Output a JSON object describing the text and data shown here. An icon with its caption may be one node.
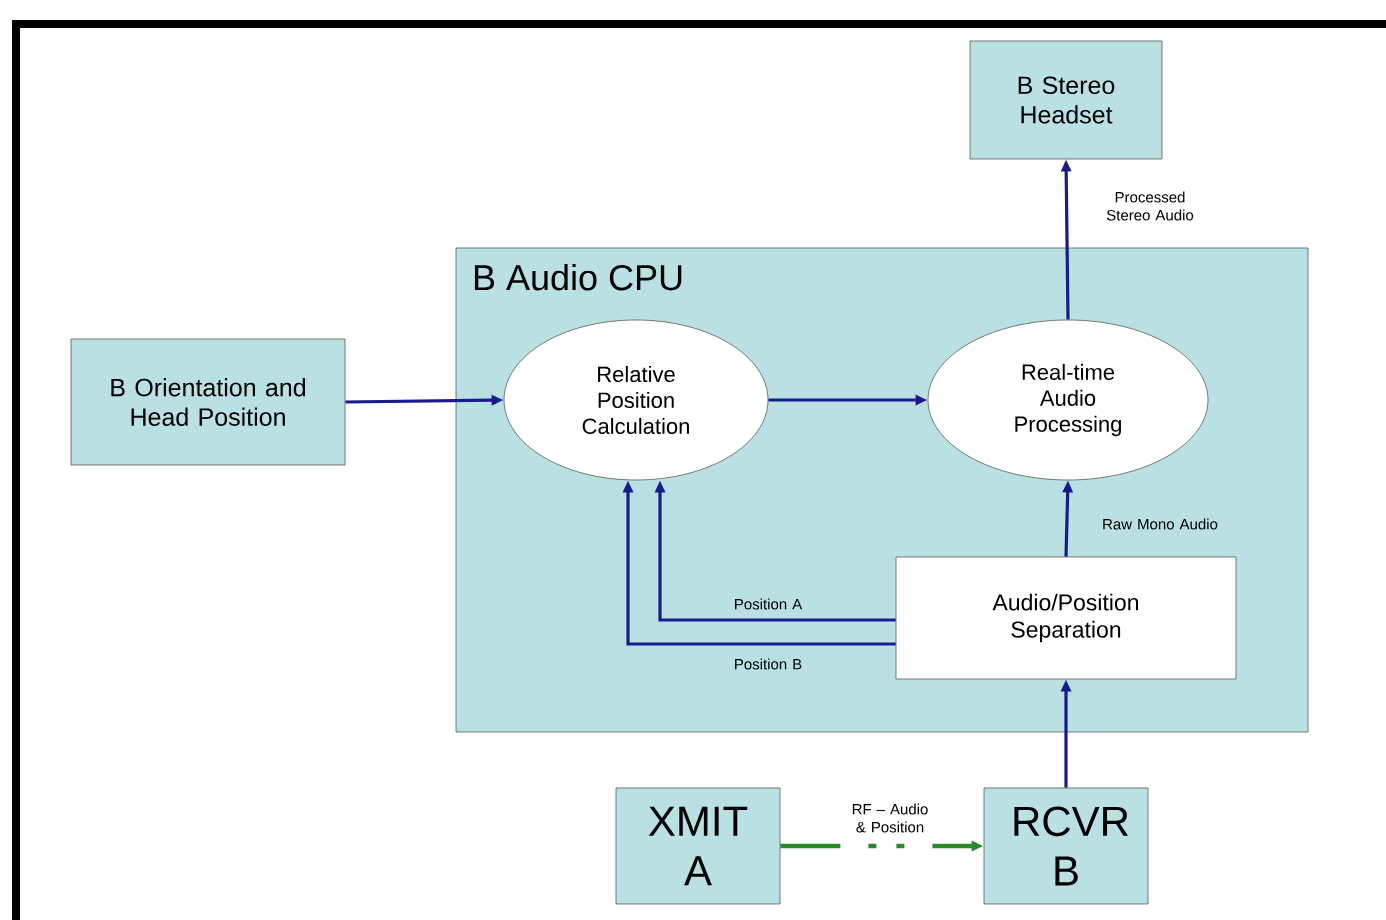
{
  "diagram": {
    "nodes": [
      {
        "text": [
          "B Stereo Headset"
        ]
      },
      {
        "text": [
          "B Orientation and Head Position"
        ]
      },
      {
        "text": [
          "B Audio CPU"
        ]
      },
      {
        "text": [
          "Relative Position Calculation"
        ],
        "in": 2
      },
      {
        "text": [
          "Real-time Audio Processing"
        ],
        "in": 2
      },
      {
        "text": [
          "Audio/Position Separation"
        ],
        "in": 2
      },
      {
        "text": [
          "XMIT A"
        ]
      },
      {
        "text": [
          "RCVR B"
        ]
      }
    ],
    "edges": [
      {
        "from": 1,
        "to": 3,
        "arrow": "to"
      },
      {
        "from": 3,
        "to": 4,
        "arrow": "to"
      },
      {
        "from": 4,
        "to": 0,
        "arrow": "to",
        "label": "Processed Stereo Audio"
      },
      {
        "from": 5,
        "to": 4,
        "arrow": "to",
        "label": "Raw Mono Audio"
      },
      {
        "from": 5,
        "to": 3,
        "arrow": "to",
        "label": "Position A"
      },
      {
        "from": 5,
        "to": 3,
        "arrow": "to",
        "label": "Position B"
      },
      {
        "from": 6,
        "to": 7,
        "arrow": "to",
        "label": "RF – Audio & Position",
        "style": "dashed",
        "color": "#2a8a2a"
      },
      {
        "from": 7,
        "to": 5,
        "arrow": "to"
      }
    ]
  }
}
